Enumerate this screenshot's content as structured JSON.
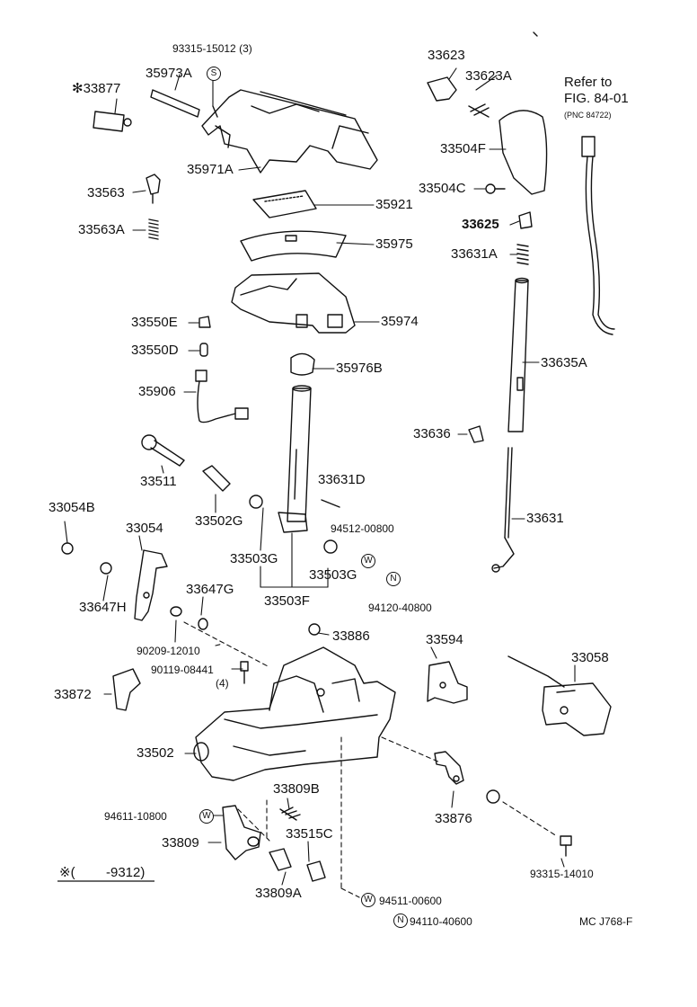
{
  "parts": {
    "p93315_15012": "93315-15012 (3)",
    "p35973A": "35973A",
    "p33877": "✻33877",
    "p35971A": "35971A",
    "p33563": "33563",
    "p33563A": "33563A",
    "p35921": "35921",
    "p35975": "35975",
    "p35974": "35974",
    "p33550E": "33550E",
    "p33550D": "33550D",
    "p35976B": "35976B",
    "p35906": "35906",
    "p33511": "33511",
    "p33631D": "33631D",
    "p33502G": "33502G",
    "p94512_00800": "94512-00800",
    "p33054B": "33054B",
    "p33054": "33054",
    "p33503G_a": "33503G",
    "p33503G_b": "33503G",
    "p33647H": "33647H",
    "p33647G": "33647G",
    "p33503F": "33503F",
    "p94120_40800": "94120-40800",
    "p90209_12010": "90209-12010",
    "p33886": "33886",
    "p90119_08441": "90119-08441",
    "p90119_qty": "(4)",
    "p33872": "33872",
    "p33502": "33502",
    "p33594": "33594",
    "p33058": "33058",
    "p33876": "33876",
    "p94611_10800": "94611-10800",
    "p33809B": "33809B",
    "p33809": "33809",
    "p33515C": "33515C",
    "p33809A": "33809A",
    "p93315_14010": "93315-14010",
    "p94511_00600": "94511-00600",
    "p94110_40600": "94110-40600",
    "p33623": "33623",
    "p33623A": "33623A",
    "p33504F": "33504F",
    "p33504C": "33504C",
    "p33625": "33625",
    "p33631A": "33631A",
    "p33635A": "33635A",
    "p33636": "33636",
    "p33631": "33631"
  },
  "reference": {
    "line1": "Refer to",
    "line2": "FIG. 84-01",
    "line3": "(PNC 84722)"
  },
  "footnote": {
    "marker": "※(",
    "range": "-9312)"
  },
  "figure_code": "MC J768-F",
  "symbols": {
    "s": "S",
    "w": "W",
    "n": "N"
  }
}
